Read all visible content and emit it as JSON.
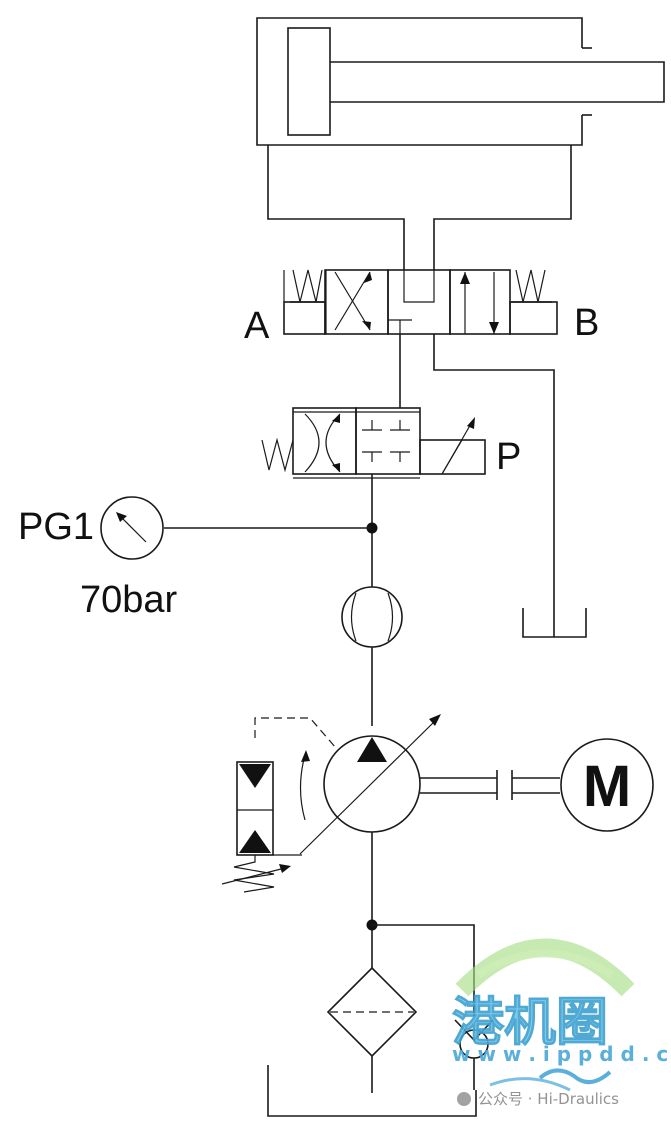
{
  "labels": {
    "port_a": "A",
    "port_b": "B",
    "port_p": "P",
    "gauge_tag": "PG1",
    "gauge_pressure": "70bar",
    "motor": "M"
  },
  "watermark": {
    "logo_text": "港机圈",
    "url": "w w w . i p p d d . c o m",
    "caption": "公众号 · Hi-Draulics"
  },
  "colors": {
    "line": "#1a1a1a",
    "watermark_blue": "#6ec6ea",
    "watermark_green": "#8fd36a"
  },
  "icons": [
    "pressure-gauge-icon",
    "flow-meter-icon",
    "motor-icon",
    "filter-icon",
    "tank-icon",
    "spring-icon",
    "check-valve-icon"
  ]
}
